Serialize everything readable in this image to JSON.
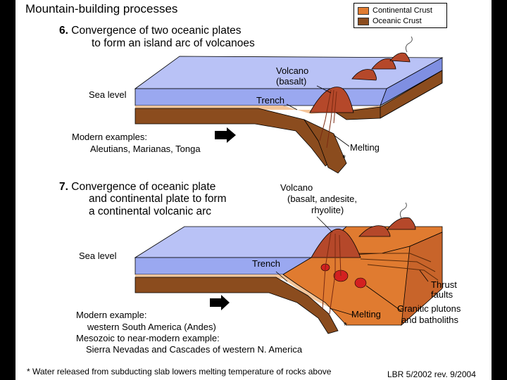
{
  "title": "Mountain-building processes",
  "legend": [
    {
      "label": "Continental Crust",
      "color": "#e07b30"
    },
    {
      "label": "Oceanic Crust",
      "color": "#8b4c1e"
    }
  ],
  "section6": {
    "number": "6.",
    "line1": "Convergence of two oceanic plates",
    "line2": "to form an island arc of volcanoes",
    "volcano_label_1": "Volcano",
    "volcano_label_2": "(basalt)",
    "sea_level": "Sea level",
    "trench": "Trench",
    "melting": "Melting",
    "asterisk": "*",
    "examples_title": "Modern examples:",
    "examples": "Aleutians, Marianas, Tonga"
  },
  "section7": {
    "number": "7.",
    "line1": "Convergence of oceanic plate",
    "line2": "and continental plate to form",
    "line3": "a continental volcanic arc",
    "volcano_label_1": "Volcano",
    "volcano_label_2": "(basalt, andesite,",
    "volcano_label_3": "rhyolite)",
    "sea_level": "Sea level",
    "trench": "Trench",
    "thrust_1": "Thrust",
    "thrust_2": "faults",
    "melting": "Melting",
    "asterisk": "*",
    "plutons_1": "Granitic plutons",
    "plutons_2": "and batholiths",
    "example_title": "Modern example:",
    "example_1": "western South America (Andes)",
    "example_2": "Mesozoic to near-modern example:",
    "example_3": "Sierra Nevadas and Cascades of western N. America"
  },
  "footnote": "* Water released from subducting slab lowers melting temperature of rocks above",
  "credit": "LBR 5/2002 rev. 9/2004",
  "colors": {
    "sea": "#9aa8f0",
    "sea_top": "#b9c2f6",
    "sea_side": "#7f8fe2",
    "continental": "#e07b30",
    "oceanic": "#8b4c1e",
    "volcano": "#b5482a",
    "magma": "#d32020",
    "sediment": "#f4c59a"
  }
}
